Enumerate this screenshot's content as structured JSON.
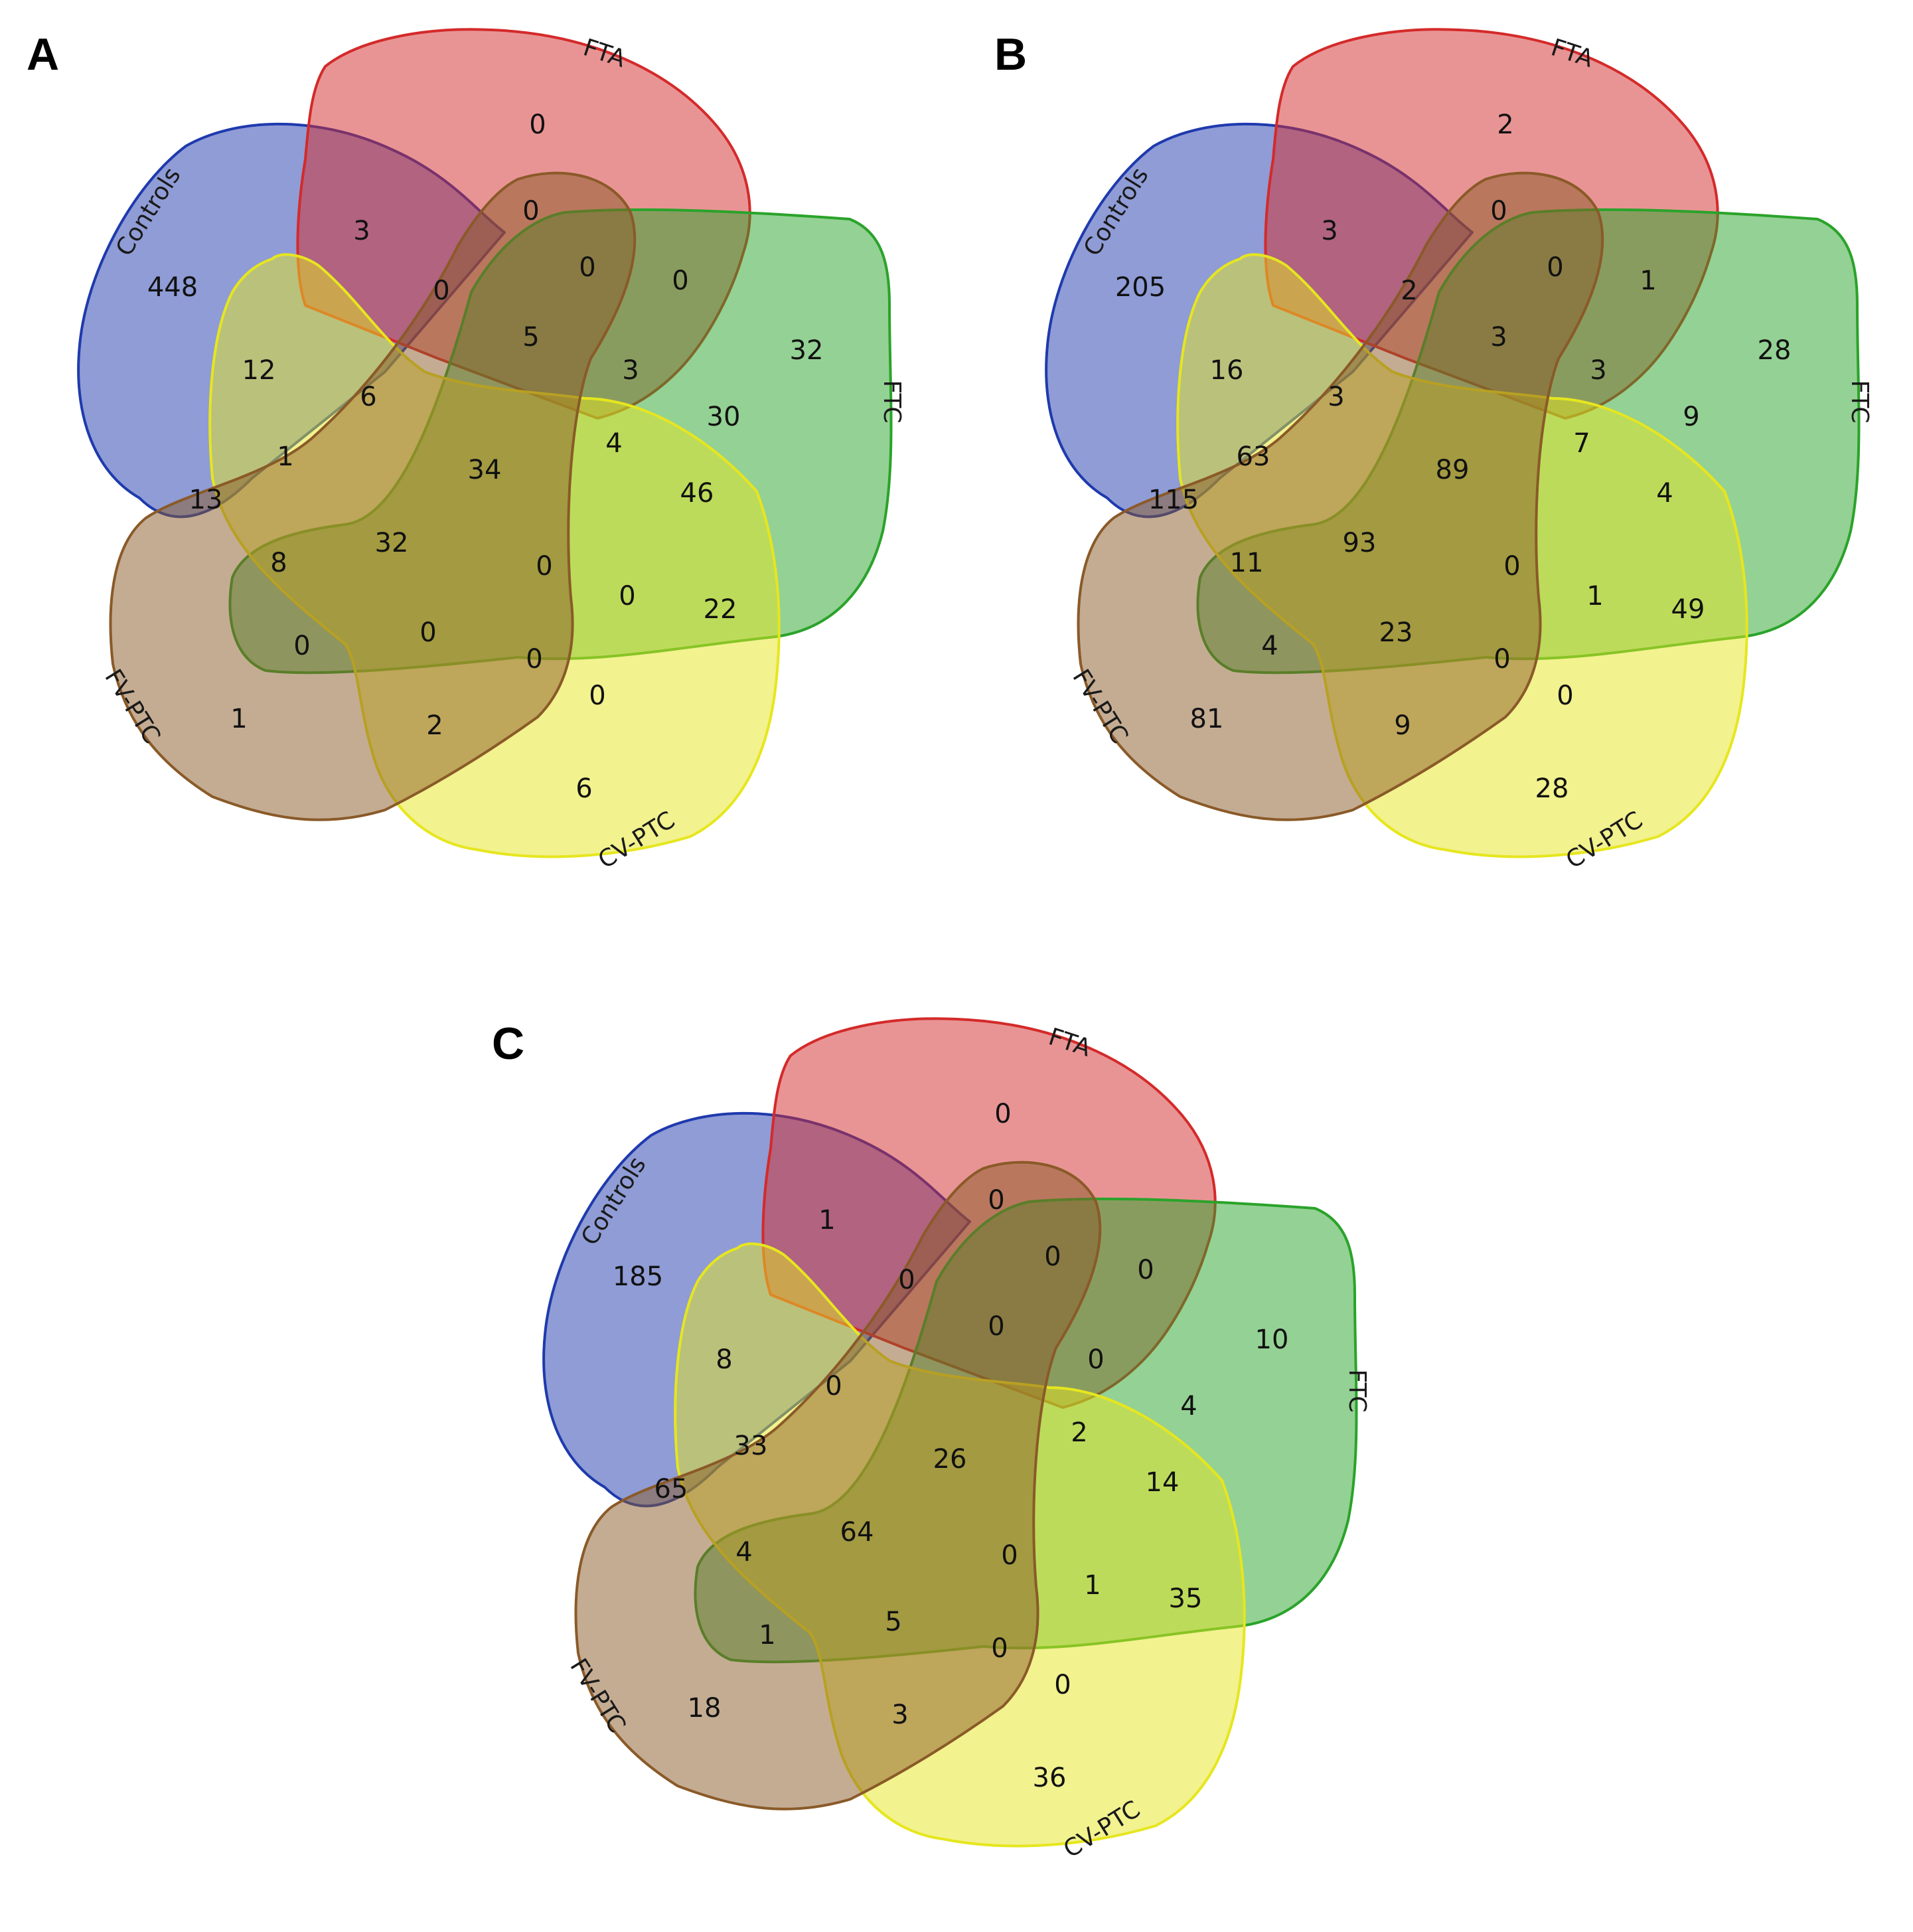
{
  "sets": {
    "controls": {
      "label": "Controls",
      "color": "#1f3aad"
    },
    "fta": {
      "label": "FTA",
      "color": "#d42a2a"
    },
    "ftc": {
      "label": "FTC",
      "color": "#2aa32a"
    },
    "cvptc": {
      "label": "CV-PTC",
      "color": "#e6e61f"
    },
    "fvptc": {
      "label": "FV-PTC",
      "color": "#8a5a28"
    }
  },
  "panels": [
    {
      "letter": "A",
      "regions": [
        "0",
        "3",
        "448",
        "0",
        "0",
        "0",
        "0",
        "32",
        "5",
        "3",
        "30",
        "12",
        "6",
        "34",
        "4",
        "46",
        "1",
        "13",
        "32",
        "8",
        "0",
        "0",
        "22",
        "0",
        "0",
        "0",
        "1",
        "2",
        "0",
        "6"
      ]
    },
    {
      "letter": "B",
      "regions": [
        "2",
        "3",
        "205",
        "0",
        "0",
        "2",
        "1",
        "28",
        "3",
        "3",
        "9",
        "16",
        "3",
        "89",
        "7",
        "4",
        "63",
        "115",
        "93",
        "11",
        "0",
        "1",
        "49",
        "4",
        "23",
        "0",
        "81",
        "9",
        "0",
        "28"
      ]
    },
    {
      "letter": "C",
      "regions": [
        "0",
        "1",
        "185",
        "0",
        "0",
        "0",
        "0",
        "10",
        "0",
        "0",
        "4",
        "8",
        "0",
        "26",
        "2",
        "14",
        "33",
        "65",
        "64",
        "4",
        "0",
        "1",
        "35",
        "1",
        "5",
        "0",
        "18",
        "3",
        "0",
        "36"
      ]
    }
  ]
}
